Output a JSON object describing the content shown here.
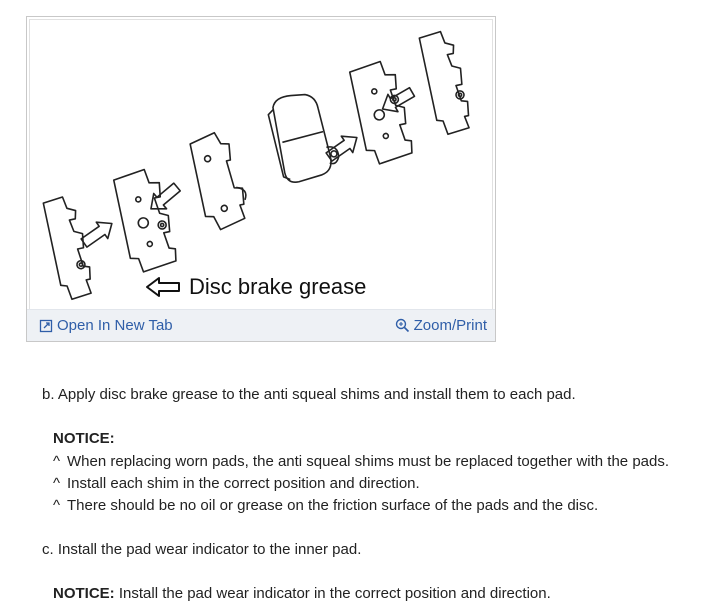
{
  "figure": {
    "caption": "Disc brake grease",
    "open_tab_label": "Open In New Tab",
    "zoom_label": "Zoom/Print"
  },
  "steps": {
    "b_text": "b. Apply disc brake grease to the anti squeal shims and install them to each pad.",
    "notice_label": "NOTICE:",
    "notice_items": [
      "When replacing worn pads, the anti squeal shims must be replaced together with the pads.",
      "Install each shim in the correct position and direction.",
      "There should be no oil or grease on the friction surface of the pads and the disc."
    ],
    "c_text": "c. Install the pad wear indicator to the inner pad.",
    "notice2_label": "NOTICE:",
    "notice2_text": "Install the pad wear indicator in the correct position and direction."
  },
  "bullet_char": "^",
  "colors": {
    "link": "#2f5ea8",
    "toolbar_bg": "#eef1f5",
    "border": "#c8c8c8"
  }
}
